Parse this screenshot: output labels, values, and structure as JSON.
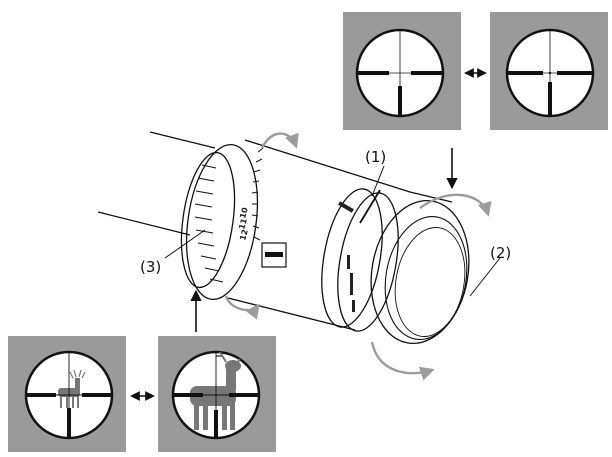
{
  "callouts": {
    "one": "(1)",
    "two": "(2)",
    "three": "(3)"
  },
  "magnification_scale": [
    "10",
    "11",
    "12"
  ],
  "colors": {
    "panel_gray": "#9a9a9a",
    "arrow_gray": "#9c9c9c",
    "line": "#111111",
    "deer": "#777777"
  },
  "icons": {
    "reticle": "crosshair-reticle-icon",
    "deer": "deer-icon",
    "double_arrow": "double-arrow-icon",
    "rotation": "rotation-arrow-icon"
  }
}
